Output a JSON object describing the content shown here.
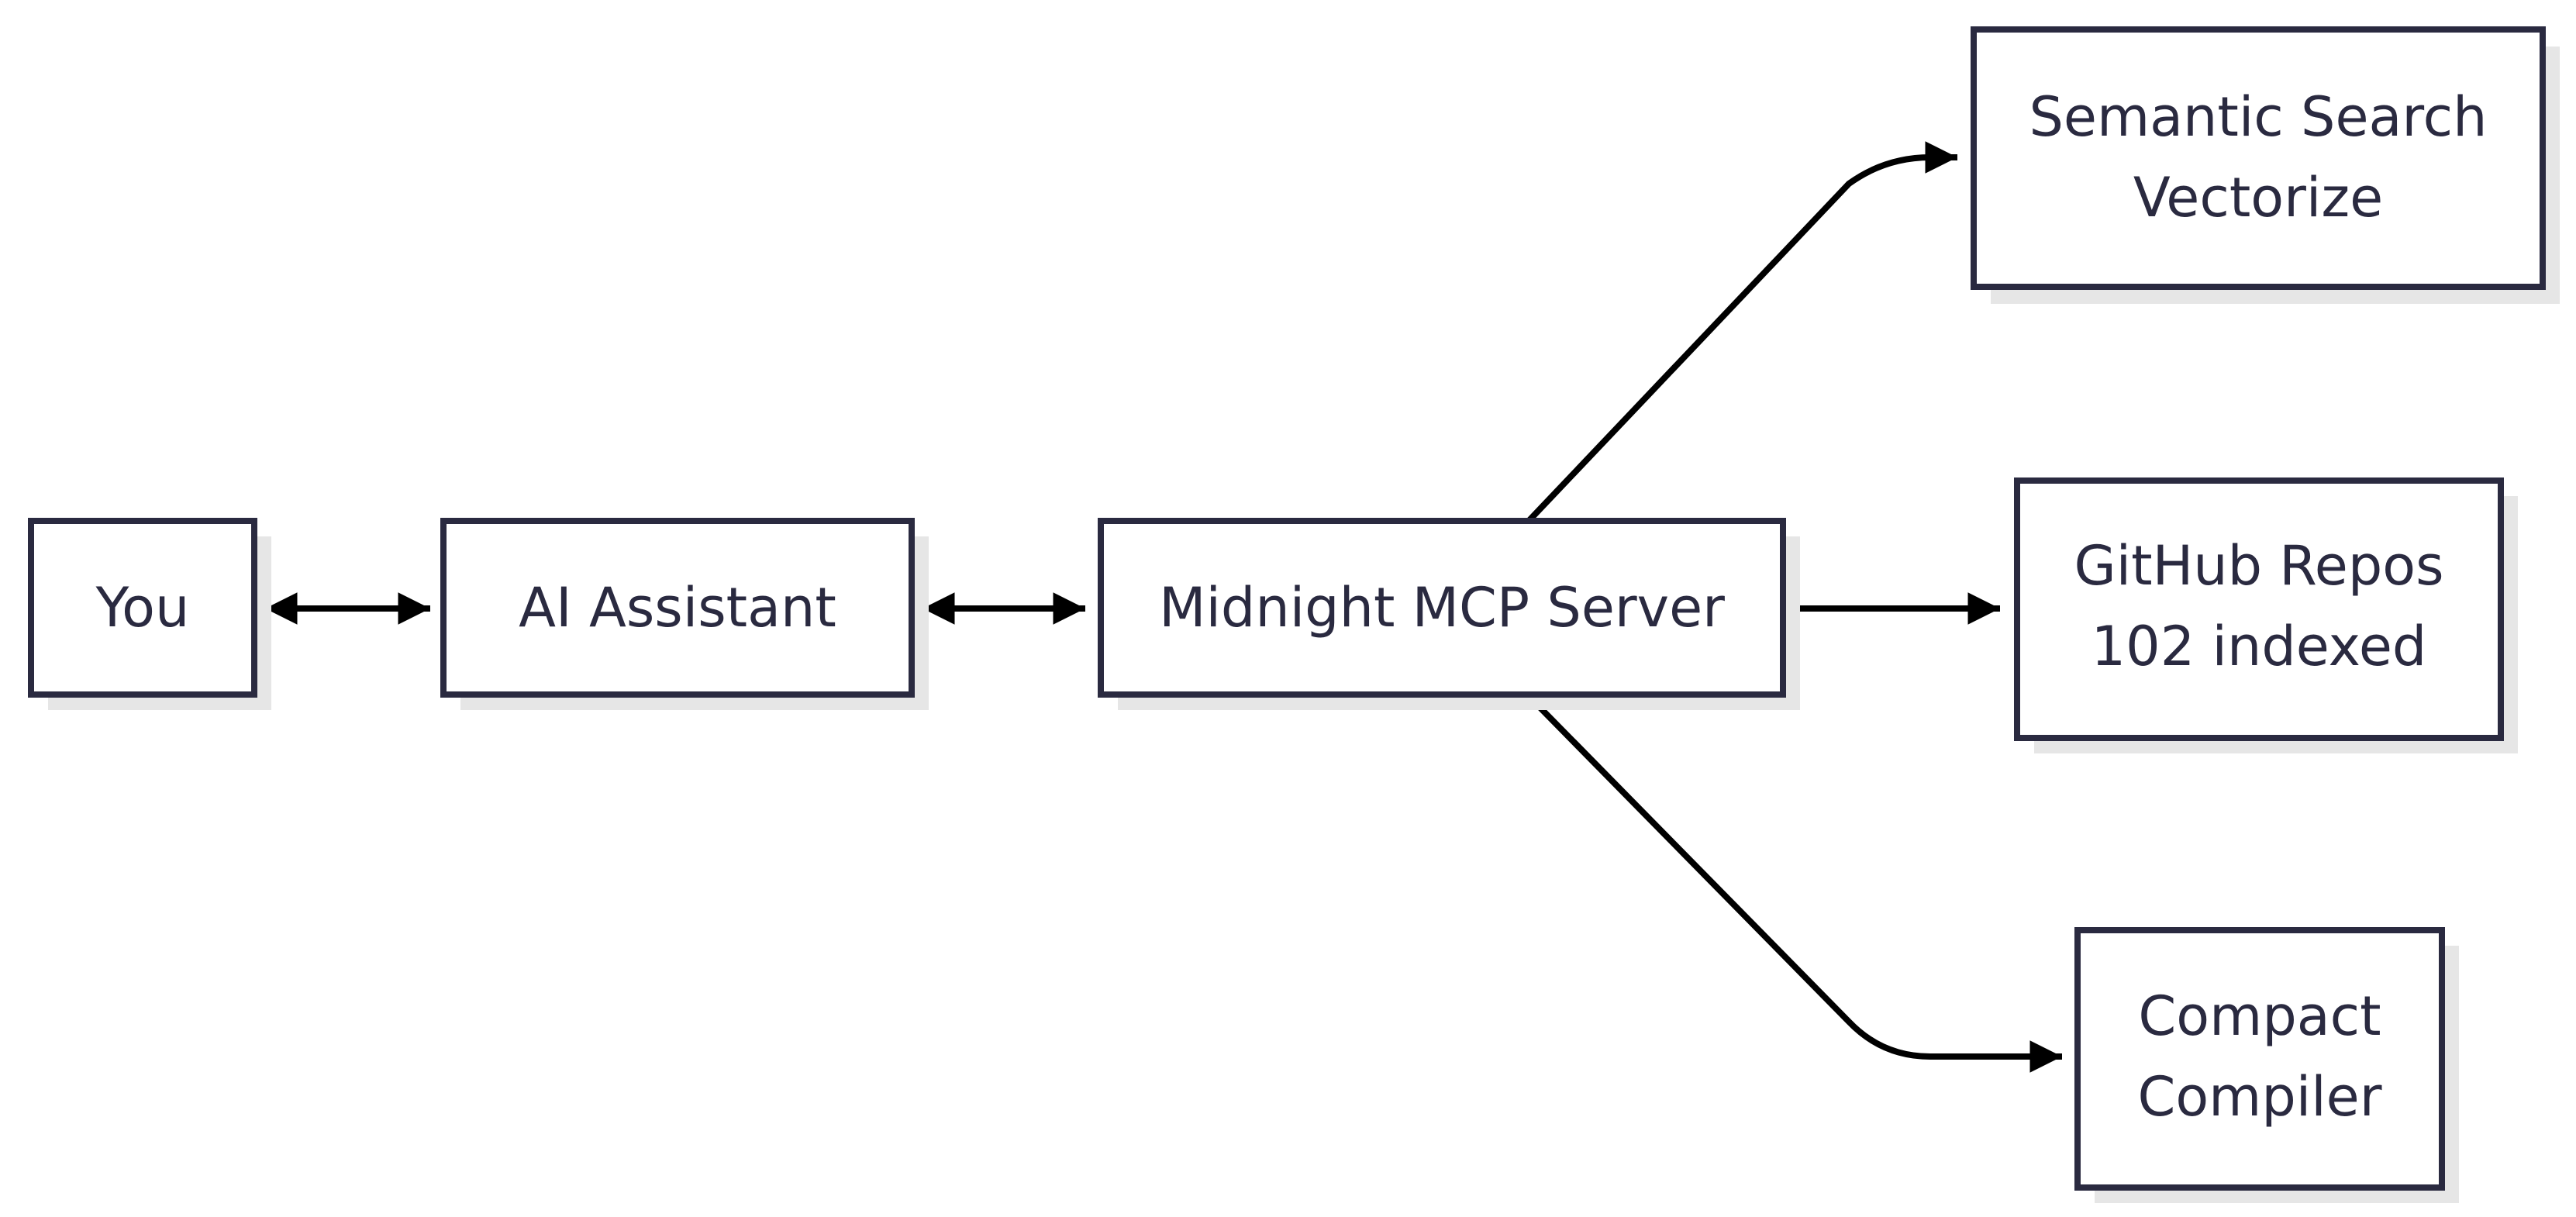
{
  "colors": {
    "stroke": "#2a2a40",
    "shadow": "#e6e6e6",
    "text": "#2a2a40",
    "edge": "#000000",
    "background": "#ffffff"
  },
  "nodes": {
    "you": {
      "lines": [
        "You"
      ]
    },
    "ai_assistant": {
      "lines": [
        "AI Assistant"
      ]
    },
    "mcp_server": {
      "lines": [
        "Midnight MCP Server"
      ]
    },
    "semantic_search": {
      "lines": [
        "Semantic Search",
        "Vectorize"
      ]
    },
    "github_repos": {
      "lines": [
        "GitHub Repos",
        "102 indexed"
      ]
    },
    "compact_compiler": {
      "lines": [
        "Compact",
        "Compiler"
      ]
    }
  },
  "edges": [
    {
      "from": "you",
      "to": "ai_assistant",
      "direction": "both"
    },
    {
      "from": "ai_assistant",
      "to": "mcp_server",
      "direction": "both"
    },
    {
      "from": "mcp_server",
      "to": "semantic_search",
      "direction": "forward"
    },
    {
      "from": "mcp_server",
      "to": "github_repos",
      "direction": "forward"
    },
    {
      "from": "mcp_server",
      "to": "compact_compiler",
      "direction": "forward"
    }
  ]
}
